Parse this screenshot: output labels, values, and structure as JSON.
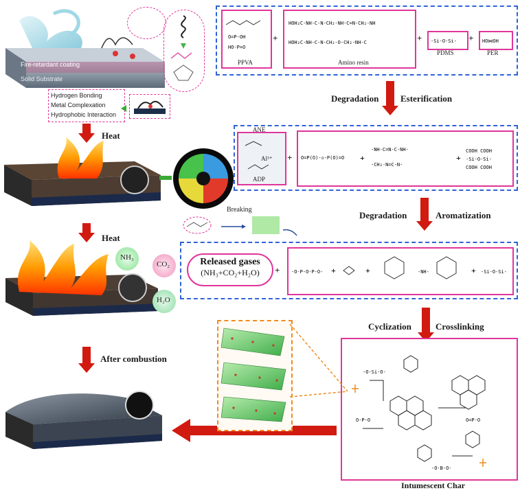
{
  "left": {
    "coating_label": "Fire-retardant coating",
    "substrate_label": "Solid Substrate",
    "interactions": [
      "Hydrogen Bonding",
      "Metal Complexation",
      "Hydrophobic Interaction"
    ],
    "heat1": "Heat",
    "heat2": "Heat",
    "after": "After combustion",
    "gas_nh3": "NH₃",
    "gas_co2": "CO₂",
    "gas_h2o": "H₂O",
    "breaking": "Breaking"
  },
  "top_box": {
    "ppva": "PPVA",
    "amino": "Amino resin",
    "pdms": "PDMS",
    "per": "PER",
    "plus": "+"
  },
  "steps": {
    "step1_a": "Degradation",
    "step1_b": "Esterification",
    "step2_a": "Degradation",
    "step2_b": "Aromatization",
    "step3_a": "Cyclization",
    "step3_b": "Crosslinking"
  },
  "mid_box": {
    "ane": "ANE",
    "adp": "ADP",
    "al": "Al³⁺",
    "plus": "+"
  },
  "gas_box": {
    "released": "Released gases",
    "formula": "(NH₃+CO₂+H₂O)",
    "plus": "+"
  },
  "char": {
    "label": "Intumescent Char"
  },
  "colors": {
    "blue_dash": "#2f63d6",
    "pink": "#e0359a",
    "orange": "#f08a1e",
    "red_arrow": "#d11a10"
  }
}
